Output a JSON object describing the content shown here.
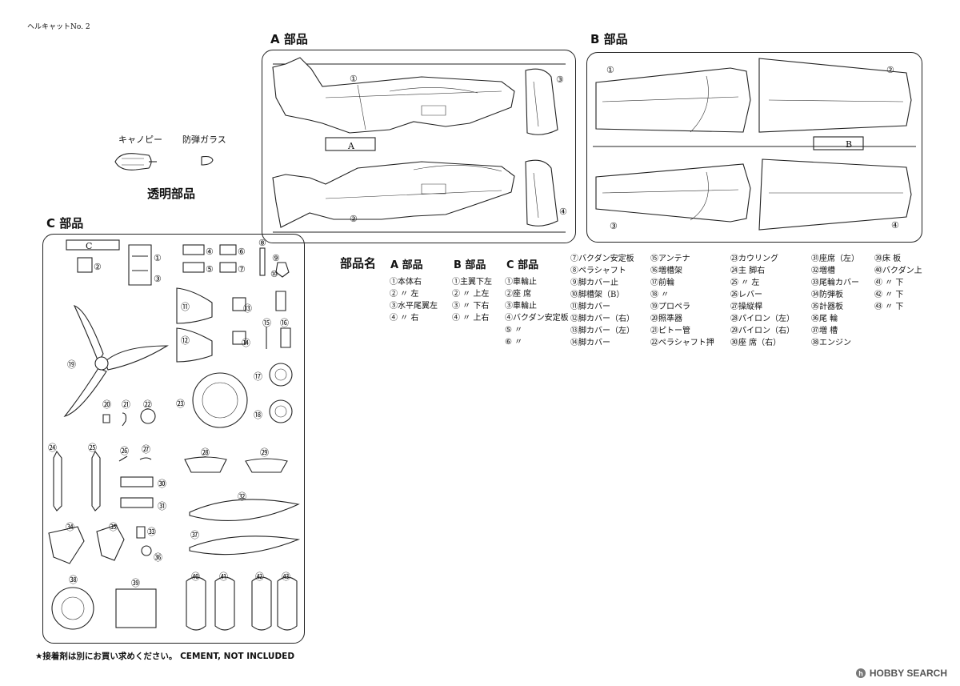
{
  "header": {
    "title": "ヘルキャットNo. 2"
  },
  "sections": {
    "a": {
      "title": "A 部品",
      "frame_label": "A"
    },
    "b": {
      "title": "B 部品",
      "frame_label": "B"
    },
    "c": {
      "title": "C 部品",
      "frame_label": "C"
    },
    "clear": {
      "title": "透明部品",
      "canopy_label": "キャノピー",
      "windshield_label": "防弾ガラス"
    }
  },
  "parts_list": {
    "title": "部品名",
    "a": {
      "title": "A 部品",
      "items": [
        "①本体右",
        "② 〃 左",
        "③水平尾翼左",
        "④ 〃 右"
      ]
    },
    "b": {
      "title": "B 部品",
      "items": [
        "①主翼下左",
        "② 〃 上左",
        "③ 〃 下右",
        "④ 〃 上右"
      ]
    },
    "c1": {
      "title": "C 部品",
      "items": [
        "①車輪止",
        "②座 席",
        "③車輪止",
        "④バクダン安定板",
        "⑤ 〃",
        "⑥ 〃"
      ]
    },
    "c2": {
      "items": [
        "⑦バクダン安定板",
        "⑧ペラシャフト",
        "⑨脚カバー止",
        "⑩脚槽架（B）",
        "⑪脚カバー",
        "⑫脚カバー（右）",
        "⑬脚カバー（左）",
        "⑭脚カバー"
      ]
    },
    "c3": {
      "items": [
        "⑮アンテナ",
        "⑯増槽架",
        "⑰前輪",
        "⑱ 〃",
        "⑲プロペラ",
        "⑳照準器",
        "㉑ピトー管",
        "㉒ペラシャフト押"
      ]
    },
    "c4": {
      "items": [
        "㉓カウリング",
        "㉔主 脚右",
        "㉕ 〃 左",
        "㉖レバー",
        "㉗操縦桿",
        "㉘パイロン（左）",
        "㉙パイロン（右）",
        "㉚座 席（右）"
      ]
    },
    "c5": {
      "items": [
        "㉛座席（左）",
        "㉜増槽",
        "㉝尾輪カバー",
        "㉞防弾板",
        "㉟計器板",
        "㊱尾 輪",
        "㊲増 槽",
        "㊳エンジン"
      ]
    },
    "c6": {
      "items": [
        "㊴床 板",
        "㊵バクダン上",
        "㊶ 〃 下",
        "㊷ 〃 下",
        "㊸ 〃 下"
      ]
    }
  },
  "footer": {
    "note": "★接着剤は別にお買い求めください。 CEMENT, NOT INCLUDED"
  },
  "watermark": {
    "text": "HOBBY SEARCH",
    "icon": "hobby-search-logo-icon"
  },
  "part_numbers": {
    "a": [
      "①",
      "②",
      "③",
      "④"
    ],
    "b": [
      "①",
      "②",
      "③",
      "④"
    ],
    "c": [
      "①",
      "②",
      "③",
      "④",
      "⑤",
      "⑥",
      "⑦",
      "⑧",
      "⑨",
      "⑩",
      "⑪",
      "⑫",
      "⑬",
      "⑭",
      "⑮",
      "⑯",
      "⑰",
      "⑱",
      "⑲",
      "⑳",
      "㉑",
      "㉒",
      "㉓",
      "㉔",
      "㉕",
      "㉖",
      "㉗",
      "㉘",
      "㉙",
      "㉚",
      "㉛",
      "㉜",
      "㉝",
      "㉞",
      "㉟",
      "㊱",
      "㊲",
      "㊳",
      "㊴",
      "㊵",
      "㊶",
      "㊷",
      "㊸"
    ]
  }
}
